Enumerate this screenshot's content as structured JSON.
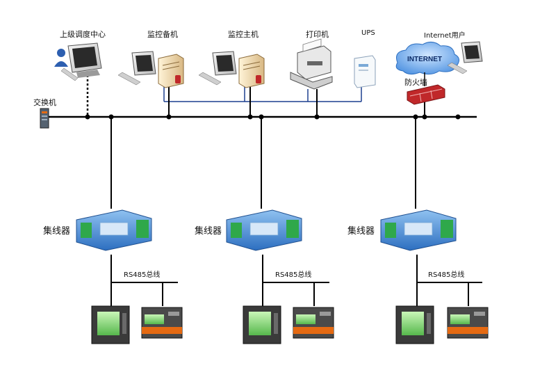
{
  "labels": {
    "dispatch_center": "上级调度中心",
    "monitor_backup": "监控备机",
    "monitor_main": "监控主机",
    "printer": "打印机",
    "ups": "UPS",
    "internet_user": "Internet用户",
    "internet_cloud": "INTERNET",
    "firewall": "防火墙",
    "switch": "交换机",
    "hub": "集线器",
    "bus": "RS485总线"
  },
  "colors": {
    "line": "#000000",
    "lan_blue": "#1c3f8f",
    "hub_blue": "#3b7fd0",
    "hub_green": "#2fa84a",
    "meter_screen": "#7bd36b",
    "meter_orange": "#e56a12",
    "firewall_red": "#c0282a",
    "cloud_blue": "#4a8fe0"
  }
}
